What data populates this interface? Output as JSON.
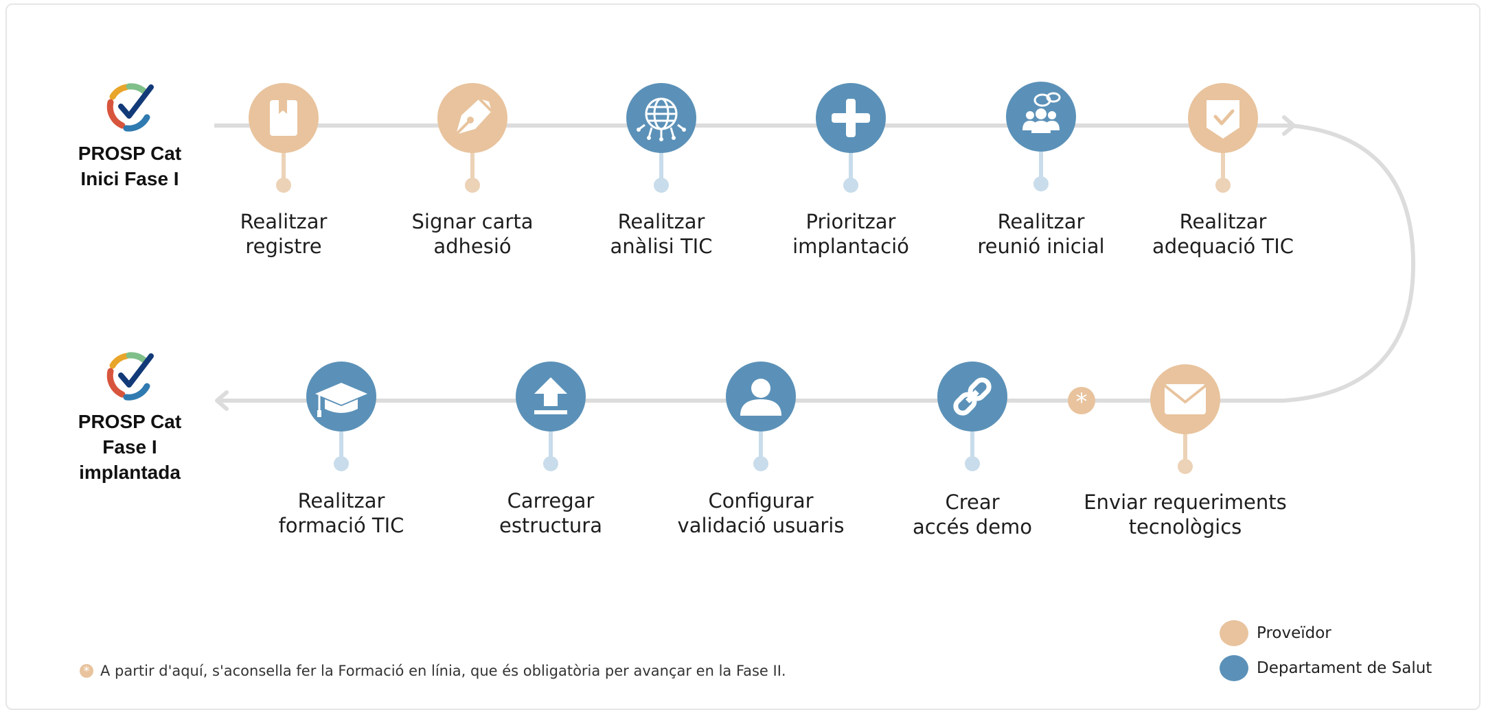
{
  "colors": {
    "proveidor": "#e8c39d",
    "departament": "#5b91b8",
    "proveidor_dot": "#ecd2b6",
    "departament_dot": "#c8dceb",
    "line": "#dcdcdc"
  },
  "start": {
    "line1": "PROSP Cat",
    "line2": "Inici Fase I"
  },
  "end": {
    "line1": "PROSP Cat",
    "line2": "Fase I",
    "line3": "implantada"
  },
  "steps_row1": [
    {
      "line1": "Realitzar",
      "line2": "registre",
      "owner": "proveidor",
      "icon": "book-icon"
    },
    {
      "line1": "Signar carta",
      "line2": "adhesió",
      "owner": "proveidor",
      "icon": "pen-nib-icon"
    },
    {
      "line1": "Realitzar",
      "line2": "anàlisi TIC",
      "owner": "departament",
      "icon": "globe-circuit-icon"
    },
    {
      "line1": "Prioritzar",
      "line2": "implantació",
      "owner": "departament",
      "icon": "plus-icon"
    },
    {
      "line1": "Realitzar",
      "line2": "reunió inicial",
      "owner": "departament",
      "icon": "meeting-icon"
    },
    {
      "line1": "Realitzar",
      "line2": "adequació TIC",
      "owner": "proveidor",
      "icon": "shield-check-icon"
    }
  ],
  "steps_row2": [
    {
      "line1": "Enviar requeriments",
      "line2": "tecnològics",
      "owner": "proveidor",
      "icon": "envelope-icon"
    },
    {
      "line1": "Crear",
      "line2": "accés demo",
      "owner": "departament",
      "icon": "link-icon"
    },
    {
      "line1": "Configurar",
      "line2": "validació usuaris",
      "owner": "departament",
      "icon": "user-icon"
    },
    {
      "line1": "Carregar",
      "line2": "estructura",
      "owner": "departament",
      "icon": "upload-icon"
    },
    {
      "line1": "Realitzar",
      "line2": "formació TIC",
      "owner": "departament",
      "icon": "graduation-cap-icon"
    }
  ],
  "footnote": {
    "marker": "*",
    "text": "A partir d'aquí, s'aconsella fer la Formació en línia, que és obligatòria per avançar en la Fase II."
  },
  "legend": [
    {
      "label": "Proveïdor",
      "owner": "proveidor"
    },
    {
      "label": "Departament de Salut",
      "owner": "departament"
    }
  ]
}
